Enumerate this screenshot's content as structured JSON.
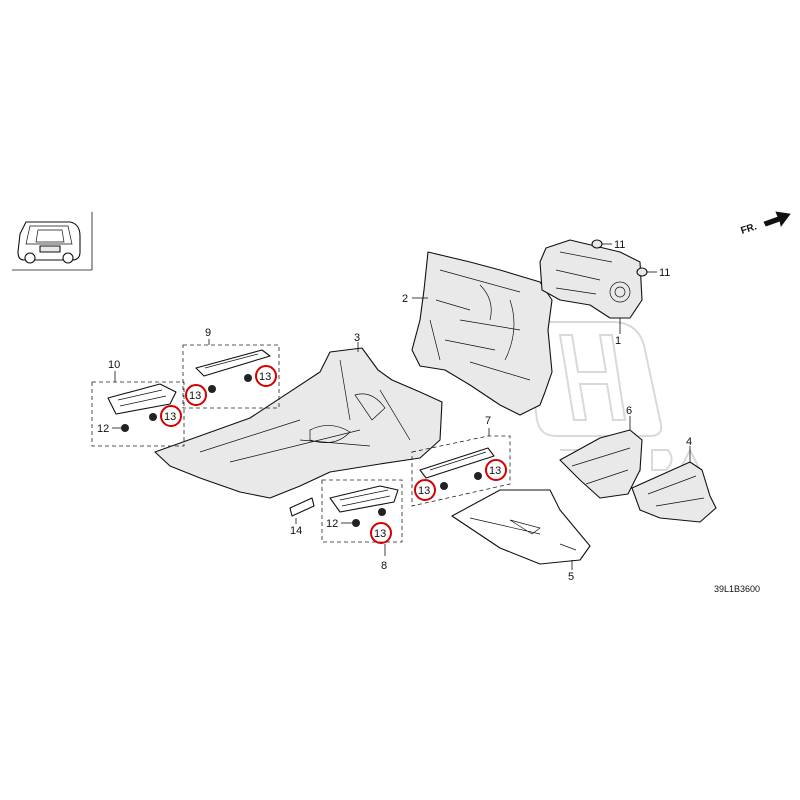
{
  "direction": {
    "label": "FR.",
    "icon": "arrow-right-icon"
  },
  "diagram_code": "39L1B3600",
  "watermark": "HONDA",
  "colors": {
    "highlight": "#d40000",
    "line": "#111111",
    "background": "#ffffff"
  },
  "callouts": {
    "c1": "1",
    "c2": "2",
    "c3": "3",
    "c4": "4",
    "c5": "5",
    "c6": "6",
    "c7": "7",
    "c8": "8",
    "c9": "9",
    "c10": "10",
    "c11a": "11",
    "c11b": "11",
    "c12a": "12",
    "c12b": "12",
    "c13a": "13",
    "c13b": "13",
    "c13c": "13",
    "c13d": "13",
    "c13e": "13",
    "c13f": "13",
    "c14": "14"
  }
}
